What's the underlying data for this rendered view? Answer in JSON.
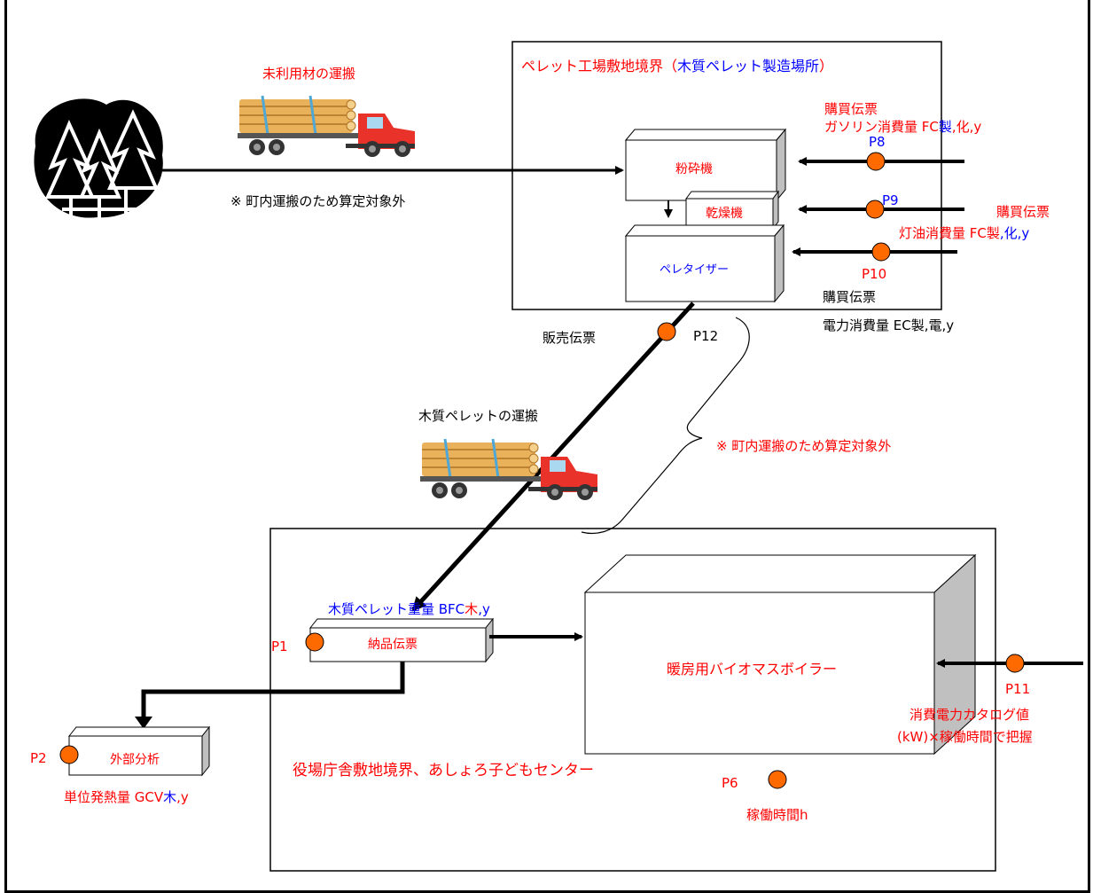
{
  "site_boundary": {
    "label_prefix": "ペレット工場敷地境界（",
    "label_name": "木質ペレット製造場所",
    "label_suffix": "）"
  },
  "transport_raw": {
    "label": "未利用材の運搬",
    "note": "※ 町内運搬のため算定対象外"
  },
  "transport_pellet": {
    "label": "木質ペレットの運搬",
    "note": "※ 町内運搬のため算定対象外"
  },
  "machines": {
    "crusher": "粉砕機",
    "dryer": "乾燥機",
    "pelletizer": "ペレタイザー"
  },
  "points": {
    "p8": {
      "id": "P8",
      "doc": "購買伝票",
      "desc_a": "ガソリン消費量 FC",
      "desc_b": "製",
      "desc_c": ",化,y"
    },
    "p9": {
      "id": "P9"
    },
    "p10": {
      "id": "P10",
      "doc": "購買伝票",
      "desc_a": "灯油消費量 FC製",
      "desc_b": ",化,y"
    },
    "power": {
      "doc": "購買伝票",
      "desc": "電力消費量 EC製,電,y"
    },
    "p12": {
      "id": "P12",
      "doc": "販売伝票"
    },
    "p1": {
      "id": "P1",
      "box": "納品伝票",
      "desc_a": "木質ペレット重量 BFC",
      "desc_b": "木",
      "desc_c": ",y"
    },
    "p2": {
      "id": "P2",
      "box": "外部分析",
      "desc_a": "単位発熱量 GCV",
      "desc_b": "木",
      "desc_c": ",y"
    },
    "p6": {
      "id": "P6",
      "desc": "稼働時間h"
    },
    "p11": {
      "id": "P11",
      "desc_1": "消費電力カタログ値",
      "desc_2": "(kW)×稼働時間で把握"
    }
  },
  "boiler": "暖房用バイオマスボイラー",
  "office_boundary": "役場庁舎敷地境界、あしょろ子どもセンター",
  "colors": {
    "marker_fill": "#ff6a00",
    "label_red": "#ff0000",
    "label_blue": "#0000ff",
    "box_side": "#c0c0c0"
  }
}
